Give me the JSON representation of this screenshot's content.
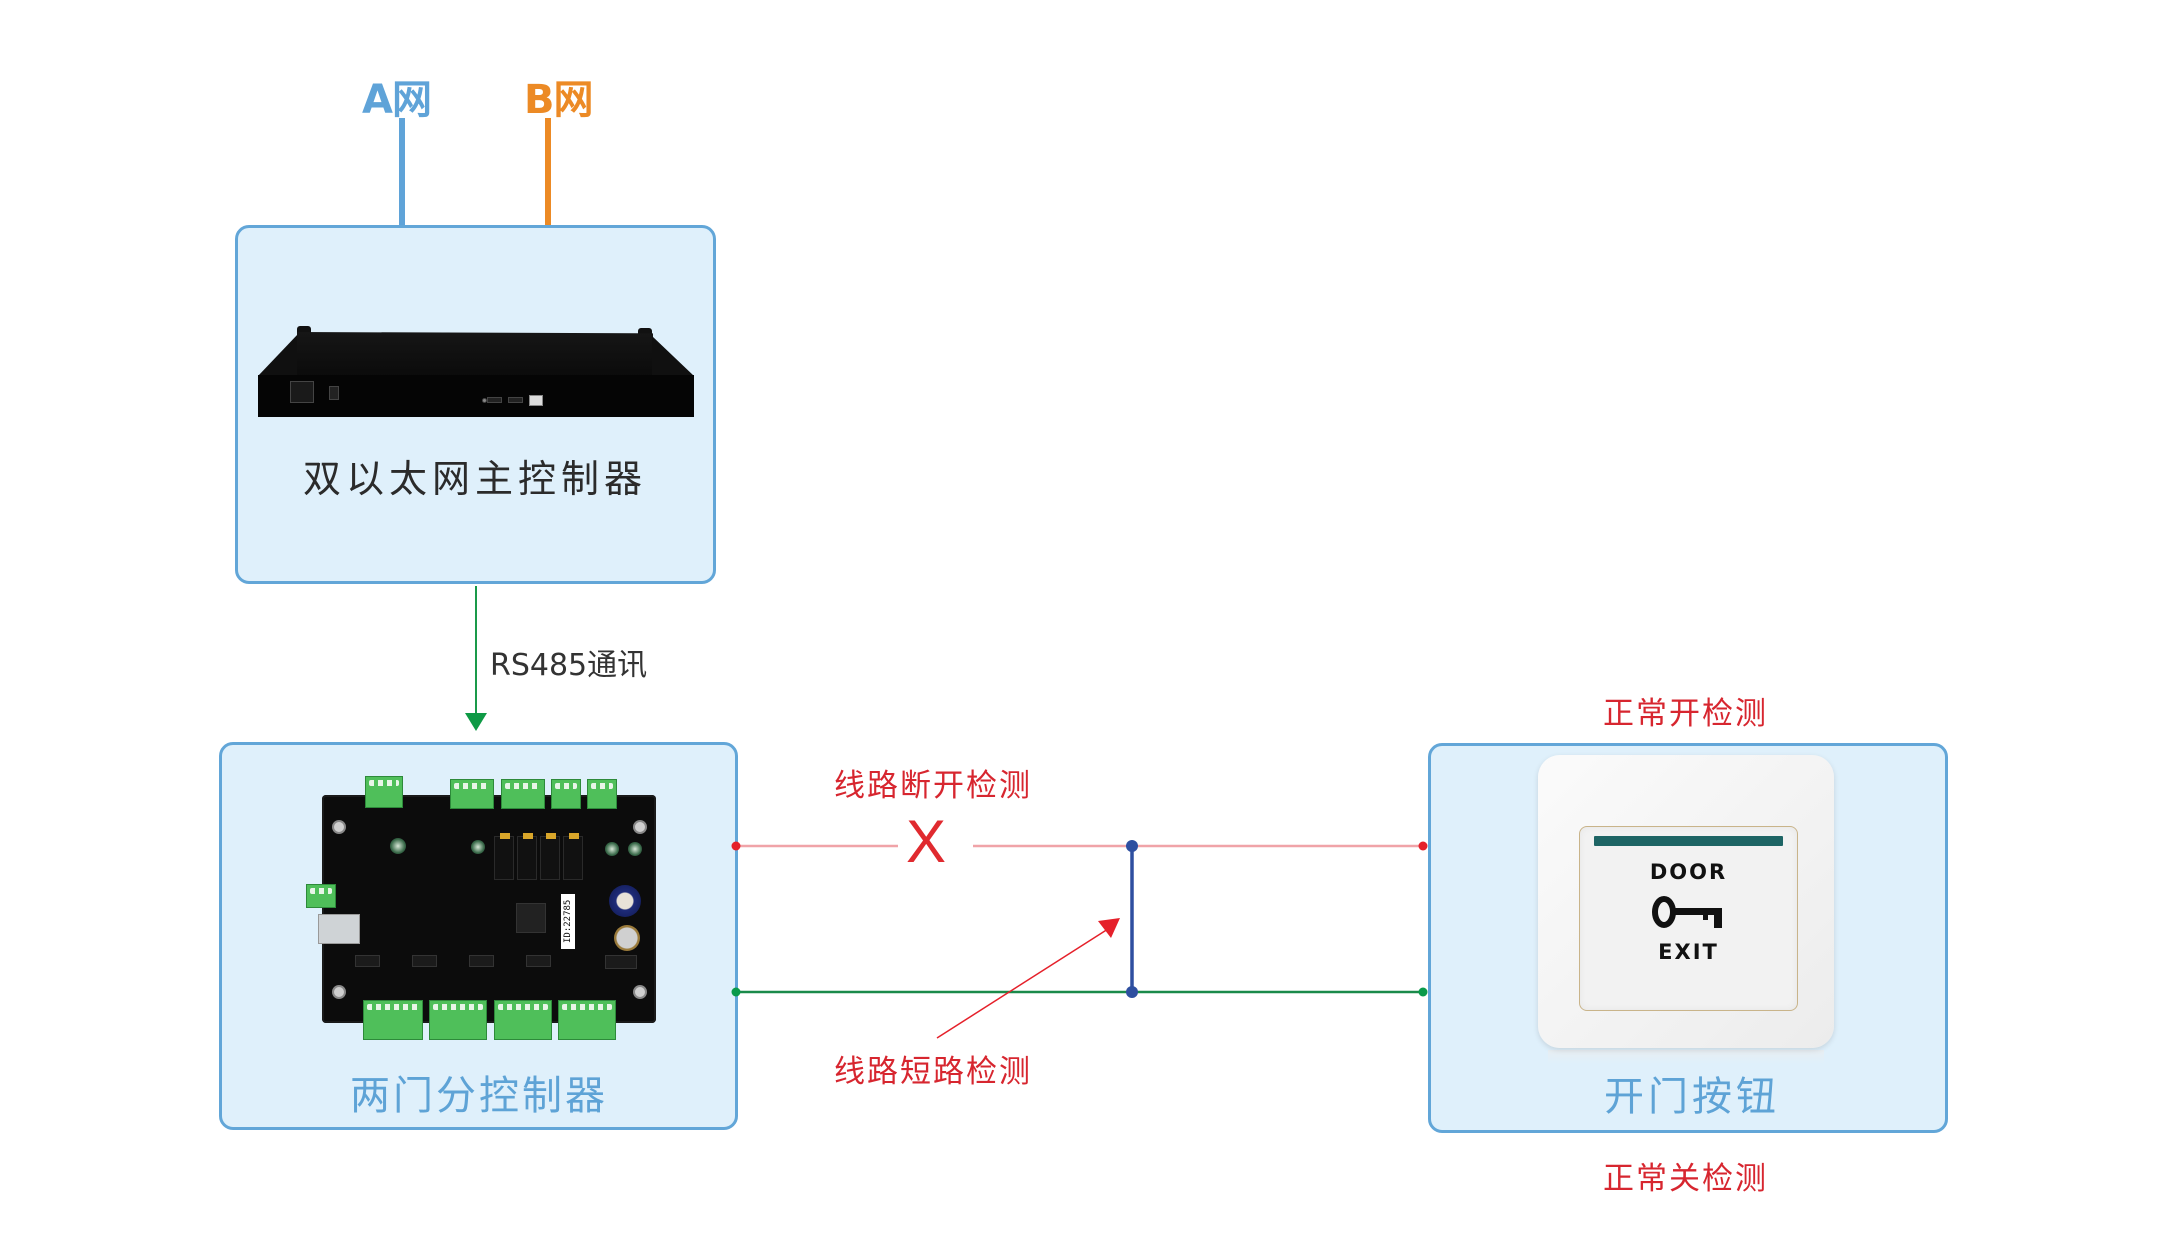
{
  "networks": {
    "a": {
      "label": "A网",
      "color": "#5fa3d8"
    },
    "b": {
      "label": "B网",
      "color": "#ec8a25"
    }
  },
  "main_controller": {
    "title": "双以太网主控制器",
    "device": "rack-controller-back-panel"
  },
  "communication": {
    "label": "RS485通讯",
    "arrow_color": "#1a9a4a"
  },
  "sub_controller": {
    "title": "两门分控制器",
    "board_id": "ID:22785"
  },
  "wiring": {
    "open_circuit_label": "线路断开检测",
    "open_circuit_mark": "X",
    "short_circuit_label": "线路短路检测",
    "line_colors": {
      "signal": "#f0a3a8",
      "signal_dot": "#e5202a",
      "ground": "#1a8a4a",
      "ground_dot": "#0a9a4a",
      "short": "#2e4fa0"
    }
  },
  "exit_button": {
    "title": "开门按钮",
    "face_top_text": "DOOR",
    "face_bottom_text": "EXIT",
    "normally_open_label": "正常开检测",
    "normally_closed_label": "正常关检测"
  },
  "colors": {
    "box_fill": "#dff0fb",
    "box_border": "#62a6d8",
    "label_red": "#d7262f",
    "title_blue": "#5ea3d6"
  }
}
